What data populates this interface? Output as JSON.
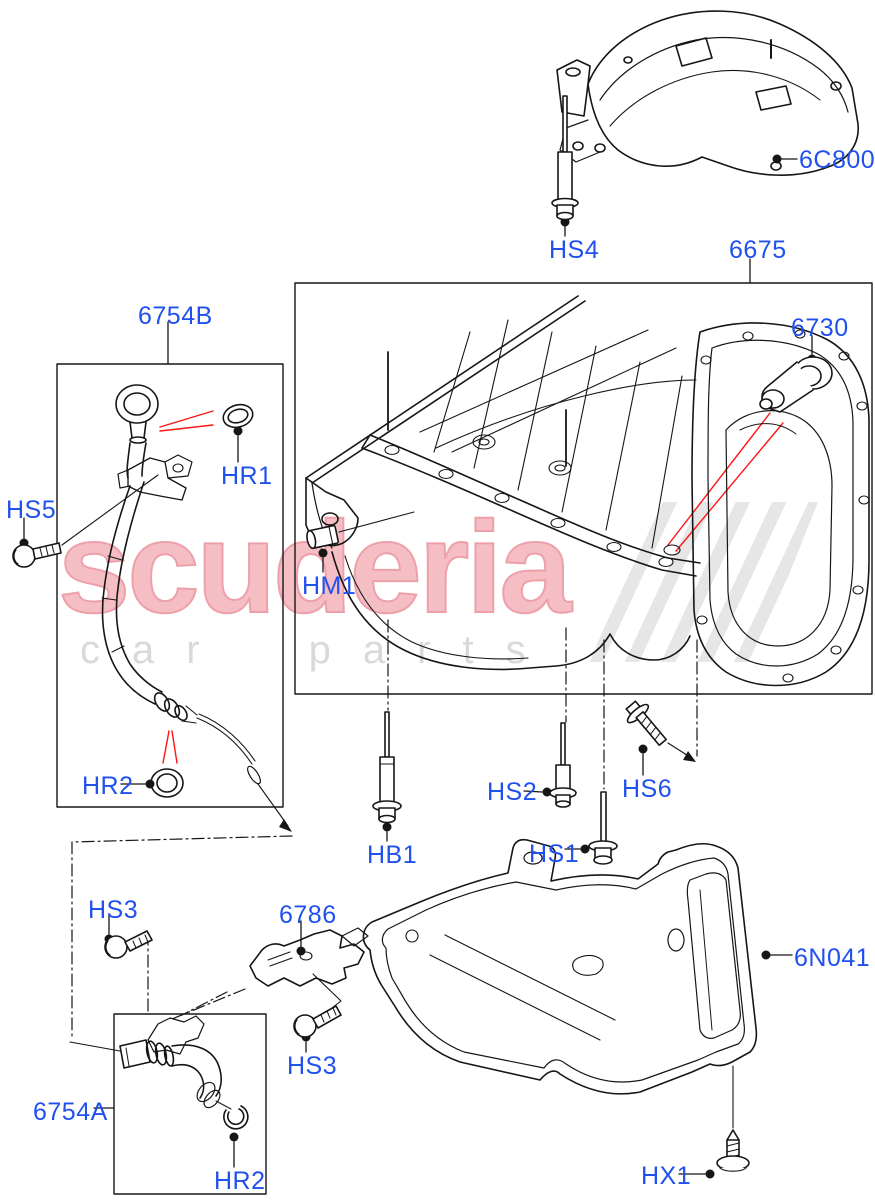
{
  "watermark": {
    "brand": "scuderia",
    "tagline": "car parts"
  },
  "colors": {
    "callout_blue": "#2050ee",
    "leader_red": "#ff1414",
    "line_black": "#161616",
    "brand_pink": "#f5bec4",
    "tagline_gray": "#d9d9d9",
    "logo_stripe_gray": "#e6e6e6"
  },
  "callouts": {
    "c6c800": "6C800",
    "hs4": "HS4",
    "c6675": "6675",
    "c6730": "6730",
    "c6754b": "6754B",
    "hr1": "HR1",
    "hs5": "HS5",
    "hm1": "HM1",
    "hr2_upper": "HR2",
    "hb1": "HB1",
    "hs2": "HS2",
    "hs1": "HS1",
    "hs6": "HS6",
    "hs3_upper": "HS3",
    "c6786": "6786",
    "hs3_lower": "HS3",
    "c6754a": "6754A",
    "hr2_lower": "HR2",
    "c6n041": "6N041",
    "hx1": "HX1"
  }
}
